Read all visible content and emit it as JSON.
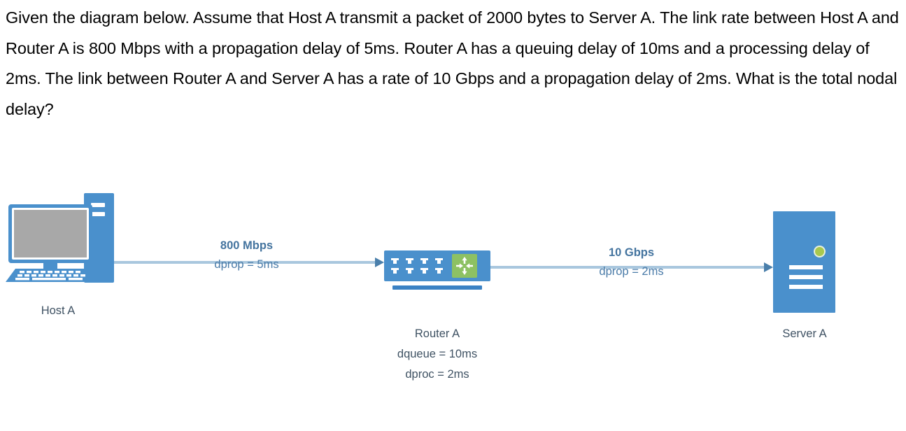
{
  "question": {
    "text": "Given the diagram below. Assume that Host A transmit a packet of 2000 bytes to Server A. The link rate between Host A and Router A is 800 Mbps with a propagation delay of 5ms. Router A has a queuing delay of 10ms and a processing delay of 2ms. The link between Router A and Server A has a rate of 10 Gbps and a propagation delay of 2ms. What is the total nodal delay?"
  },
  "diagram": {
    "type": "network-topology",
    "nodes": [
      {
        "id": "host-a",
        "icon": "desktop-computer-icon",
        "label": "Host A",
        "detail_lines": []
      },
      {
        "id": "router-a",
        "icon": "router-icon",
        "label": "Router A",
        "detail_lines": [
          "dqueue = 10ms",
          "dproc = 2ms"
        ]
      },
      {
        "id": "server-a",
        "icon": "server-icon",
        "label": "Server A",
        "detail_lines": []
      }
    ],
    "links": [
      {
        "id": "link-host-router",
        "from": "host-a",
        "to": "router-a",
        "rate": "800 Mbps",
        "prop": "dprop = 5ms",
        "direction": "right"
      },
      {
        "id": "link-router-server",
        "from": "router-a",
        "to": "server-a",
        "rate": "10 Gbps",
        "prop": "dprop = 2ms",
        "direction": "right"
      }
    ]
  },
  "colors": {
    "icon_blue": "#4a90cc",
    "link_line": "#a9c7de",
    "arrow_head": "#4a7fab",
    "label_text": "#3f5263",
    "link_text": "#4a7ba8",
    "router_green": "#8dc163",
    "server_led_green": "#a8c84e",
    "screen_gray": "#a8a8a8",
    "question_text": "#000000"
  }
}
